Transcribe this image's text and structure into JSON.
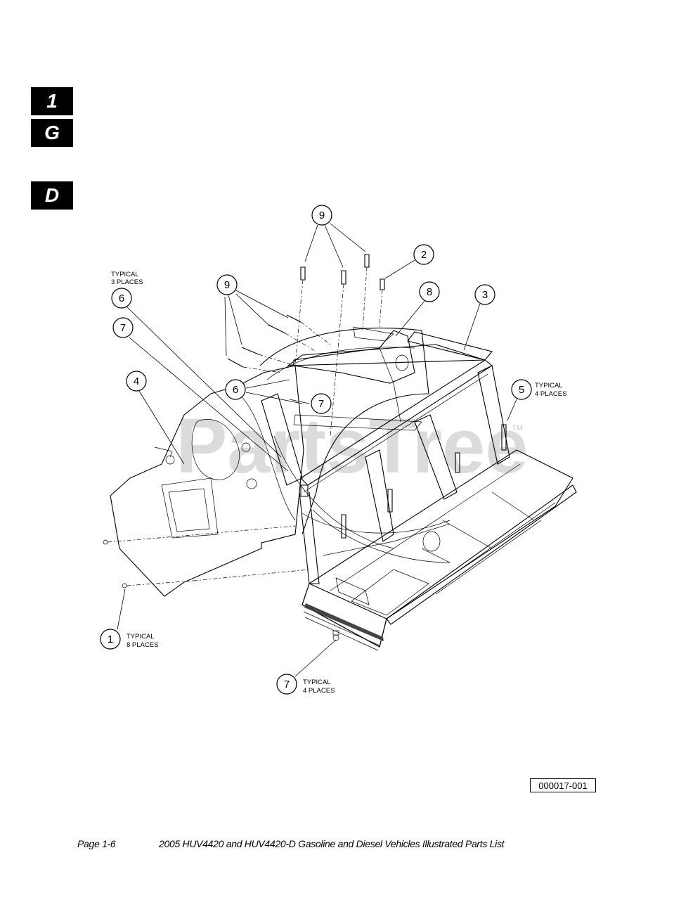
{
  "tabs": [
    {
      "label": "1"
    },
    {
      "label": "G"
    },
    {
      "label": "D"
    }
  ],
  "callouts": [
    {
      "number": "9"
    },
    {
      "number": "2"
    },
    {
      "number": "8"
    },
    {
      "number": "3"
    },
    {
      "number": "9"
    },
    {
      "number": "6"
    },
    {
      "number": "7"
    },
    {
      "number": "4"
    },
    {
      "number": "6"
    },
    {
      "number": "7"
    },
    {
      "number": "5"
    },
    {
      "number": "1"
    },
    {
      "number": "7"
    }
  ],
  "notes": {
    "typical_3_line1": "TYPICAL",
    "typical_3_line2": "3 PLACES",
    "typical_4a_line1": "TYPICAL",
    "typical_4a_line2": "4 PLACES",
    "typical_8_line1": "TYPICAL",
    "typical_8_line2": "8 PLACES",
    "typical_4b_line1": "TYPICAL",
    "typical_4b_line2": "4 PLACES"
  },
  "watermark": {
    "text": "PartsTree",
    "tm": "TM"
  },
  "reference_number": "000017-001",
  "footer": {
    "page": "Page 1-6",
    "title": "2005 HUV4420 and HUV4420-D Gasoline and Diesel Vehicles Illustrated Parts List"
  }
}
